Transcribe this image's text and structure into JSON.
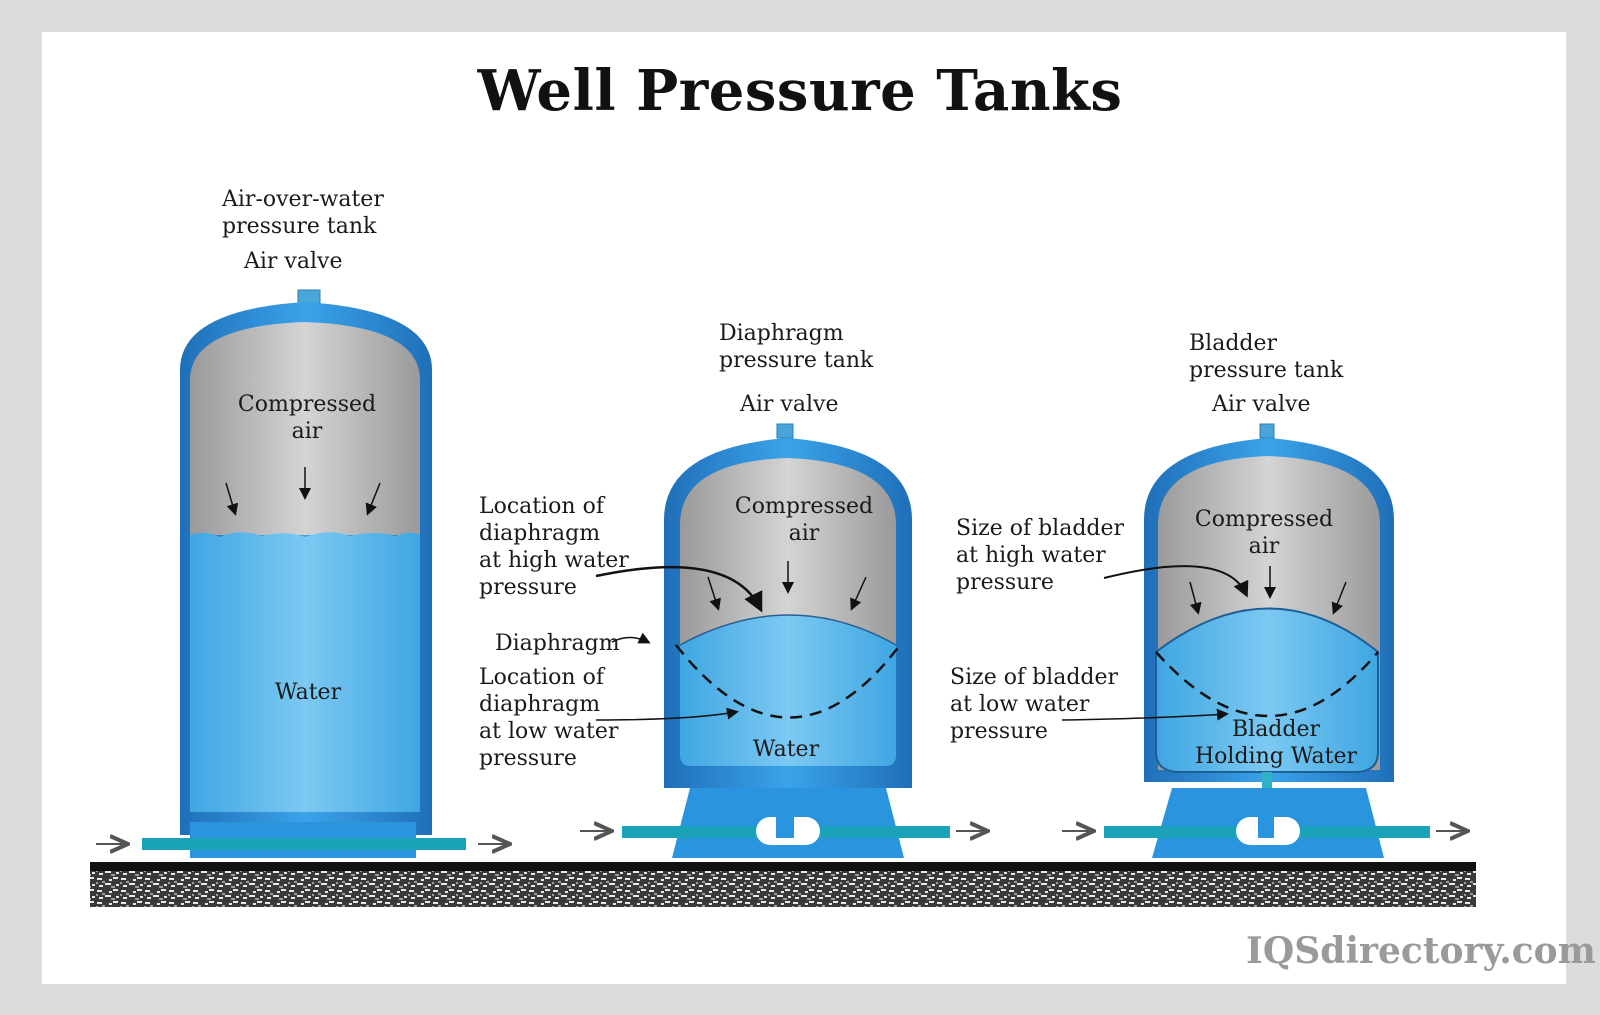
{
  "title": "Well Pressure Tanks",
  "tanks": [
    {
      "name": "Air-over-water\npressure tank",
      "valve": "Air valve",
      "air": "Compressed\nair",
      "water": "Water"
    },
    {
      "name": "Diaphragm\npressure tank",
      "valve": "Air valve",
      "air": "Compressed\nair",
      "water": "Water",
      "labels": {
        "high": "Location of\n diaphragm\nat high water\npressure",
        "diaphragm": "Diaphragm",
        "low": "Location of\ndiaphragm\nat low water\npressure"
      }
    },
    {
      "name": "Bladder\npressure tank",
      "valve": "Air valve",
      "air": "Compressed\nair",
      "water": "Bladder\nHolding Water",
      "labels": {
        "high": "Size of bladder\nat high water\npressure",
        "low": "Size of bladder\nat low water\npressure"
      }
    }
  ],
  "watermark": "IQSdirectory.com",
  "colors": {
    "tank_shell": "#2b8fd6",
    "water": "#5cb8ea",
    "air": "#a8a8a8",
    "pipe": "#1aa2b8",
    "ground": "#202020"
  }
}
